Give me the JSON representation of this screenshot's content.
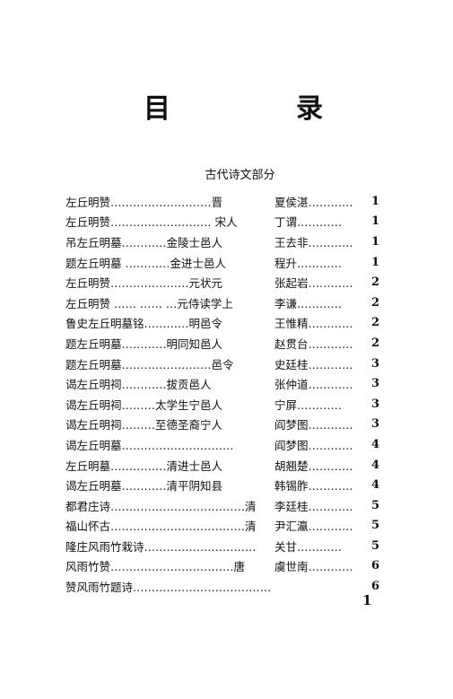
{
  "heading": {
    "char1": "目",
    "char2": "录"
  },
  "section_title": "古代诗文部分",
  "entries": [
    {
      "title": "左丘明赞………………………晋",
      "author": "夏侯湛…………",
      "page": "1"
    },
    {
      "title": "左丘明赞……………………… 宋人",
      "author": "丁谓…………",
      "page": "1"
    },
    {
      "title": "吊左丘明墓…………金陵士邑人",
      "author": "王去非…………",
      "page": "1"
    },
    {
      "title": "题左丘明墓 …………金进士邑人",
      "author": "程升…………",
      "page": "1"
    },
    {
      "title": "左丘明赞…………………元状元",
      "author": "张起岩…………",
      "page": "2"
    },
    {
      "title": "左丘明赞 ……  …… …元侍读学上",
      "author": "李谦…………",
      "page": "2"
    },
    {
      "title": "鲁史左丘明墓铭…………明邑令",
      "author": "王惟精…………",
      "page": "2"
    },
    {
      "title": "题左丘明墓…………明同知邑人",
      "author": "赵贯台…………",
      "page": "2"
    },
    {
      "title": "题左丘明墓……………………邑令",
      "author": "史廷桂…………",
      "page": "3"
    },
    {
      "title": "谒左丘明祠…………拔贡邑人",
      "author": "张仲道…………",
      "page": "3"
    },
    {
      "title": "谒左丘明祠………太学生宁邑人",
      "author": "宁屏…………",
      "page": "3"
    },
    {
      "title": "谒左丘明祠………至德圣裔宁人",
      "author": "阎梦图…………",
      "page": "3"
    },
    {
      "title": "谒左丘明墓…………………………",
      "author": "阎梦图…………",
      "page": "4"
    },
    {
      "title": "左丘明墓……………清进士邑人",
      "author": "胡翘楚…………",
      "page": "4"
    },
    {
      "title": "谒左丘明墓…………清平阴知县",
      "author": "韩锡胙…………",
      "page": "4"
    },
    {
      "title": "都君庄诗………………………………清",
      "author": "李廷桂…………",
      "page": "5"
    },
    {
      "title": "福山怀古………………………………清",
      "author": "尹汇瀛…………",
      "page": "5"
    },
    {
      "title": "隆庄风雨竹栽诗…………………………",
      "author": "关甘…………",
      "page": "5"
    },
    {
      "title": "风雨竹赞……………………………唐",
      "author": "虞世南…………",
      "page": "6"
    },
    {
      "title": "赞风雨竹题诗…………………………………………………………",
      "author": "",
      "page": "6"
    }
  ],
  "page_number": "1"
}
